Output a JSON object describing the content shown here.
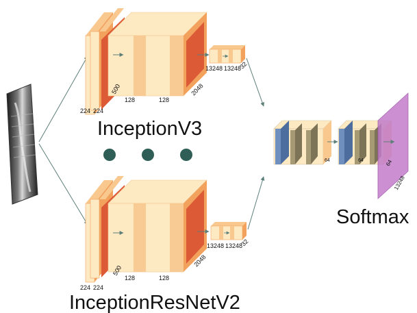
{
  "models": {
    "top": {
      "name": "InceptionV3",
      "input_dims": [
        "224",
        "224"
      ],
      "conv_dims": [
        "500",
        "128",
        "128",
        "2048"
      ],
      "feature_dims": [
        "13248",
        "13248",
        "32"
      ]
    },
    "bottom": {
      "name": "InceptionResNetV2",
      "input_dims": [
        "224",
        "224"
      ],
      "conv_dims": [
        "500",
        "128",
        "128",
        "2048"
      ],
      "feature_dims": [
        "13248",
        "13248",
        "32"
      ]
    }
  },
  "fusion": {
    "block1_dim": "64",
    "block2_dim": "64",
    "output_dims": [
      "64",
      "13248"
    ]
  },
  "output": {
    "label": "Softmax"
  },
  "ellipsis_dots": 3,
  "colors": {
    "block_light": "#fde9c2",
    "block_mid": "#f8c88f",
    "block_orange": "#f2a25d",
    "block_red": "#dc5a36",
    "fusion_blue": "#6f8fbf",
    "fusion_olive": "#a59a73",
    "softmax_purple": "#c27ccb",
    "dot_green": "#2e5e55",
    "arrow": "#5c7f7a"
  }
}
